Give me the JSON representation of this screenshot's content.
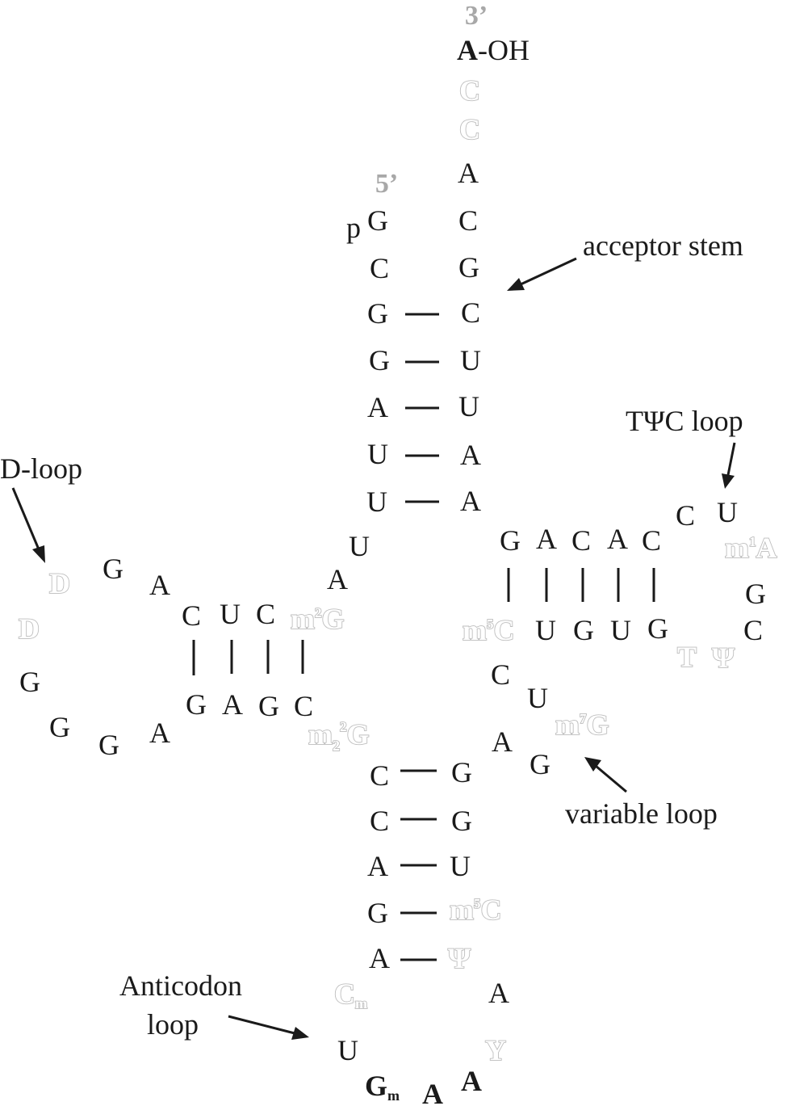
{
  "ends": {
    "three_prime": "3’",
    "five_prime": "5’"
  },
  "labels": {
    "acceptor_stem": "acceptor stem",
    "tpsic_loop": "TΨC loop",
    "d_loop": "D-loop",
    "variable_loop": "variable loop",
    "anticodon_loop_1": "Anticodon",
    "anticodon_loop_2": "loop"
  },
  "acceptor": {
    "a_oh_base": "A",
    "a_oh_suffix": "-OH",
    "c75": "C",
    "c74": "C",
    "three_strand": [
      "A",
      "C",
      "G",
      "C",
      "U",
      "U",
      "A",
      "A"
    ],
    "p": "p",
    "five_strand": [
      "G",
      "C",
      "G",
      "G",
      "A",
      "U",
      "U"
    ]
  },
  "linker": {
    "u8": "U",
    "a9": "A"
  },
  "d_arm": {
    "m2g_base": "m",
    "m2g_sup": "2",
    "m2g_end": "G",
    "top": [
      "C",
      "U",
      "C"
    ],
    "loop": [
      "A",
      "G",
      "D",
      "D",
      "G",
      "G",
      "G",
      "A"
    ],
    "bottom": [
      "G",
      "A",
      "G",
      "C"
    ],
    "m22g_base": "m",
    "m22g_sub": "2",
    "m22g_sup": "2",
    "m22g_end": "G"
  },
  "anticodon": {
    "five_strand": [
      "C",
      "C",
      "A",
      "G",
      "A"
    ],
    "three_strand": [
      "G",
      "G",
      "U",
      "m",
      "Ψ"
    ],
    "m5c_sup": "5",
    "m5c_end": "C",
    "cm": "C",
    "cm_sub": "m",
    "loop": [
      "U",
      "G",
      "A",
      "A",
      "Y",
      "A"
    ],
    "gm_sub": "m"
  },
  "variable": {
    "a": "A",
    "g": "G",
    "m7g_base": "m",
    "m7g_sup": "7",
    "m7g_end": "G",
    "u": "U",
    "c": "C"
  },
  "t_arm": {
    "top": [
      "G",
      "A",
      "C",
      "A",
      "C"
    ],
    "bottom_mod_base": "m",
    "bottom_mod_sup": "5",
    "bottom_mod_end": "C",
    "bottom": [
      "U",
      "G",
      "U",
      "G"
    ],
    "loop": [
      "C",
      "U",
      "m",
      "G",
      "C",
      "Ψ",
      "T"
    ],
    "m1a_sup": "1",
    "m1a_end": "A"
  }
}
